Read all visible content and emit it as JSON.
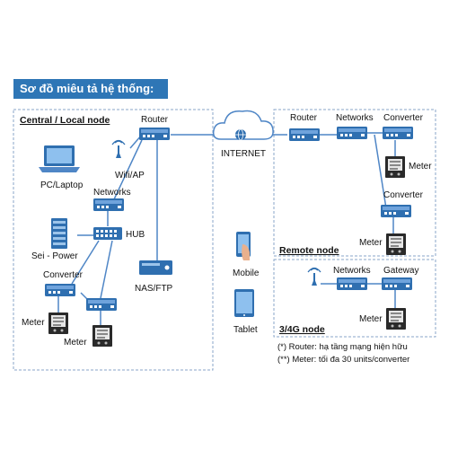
{
  "title": "Sơ đồ miêu tả hệ thống:",
  "sections": {
    "central": "Central / Local node",
    "remote": "Remote node",
    "mobile": "3/4G node"
  },
  "labels": {
    "router_central": "Router",
    "pc": "PC/Laptop",
    "wifi": "Wifi/AP",
    "networks_central": "Networks",
    "sei_power": "Sei - Power",
    "hub": "HUB",
    "converter_central": "Converter",
    "nas": "NAS/FTP",
    "meter_central_1": "Meter",
    "meter_central_2": "Meter",
    "internet": "INTERNET",
    "mobile": "Mobile",
    "tablet": "Tablet",
    "router_remote": "Router",
    "networks_remote": "Networks",
    "converter_remote_1": "Converter",
    "meter_remote_1": "Meter",
    "converter_remote_2": "Converter",
    "meter_remote_2": "Meter",
    "networks_4g": "Networks",
    "gateway": "Gateway",
    "meter_4g": "Meter"
  },
  "notes": {
    "router": "(*) Router: hạ tầng mạng hiện hữu",
    "meter": "(**) Meter: tối đa 30 units/converter"
  },
  "colors": {
    "accent": "#2e76b6",
    "device": "#2f6fb0",
    "line": "#4f86c6",
    "border": "#8aa6c9"
  }
}
